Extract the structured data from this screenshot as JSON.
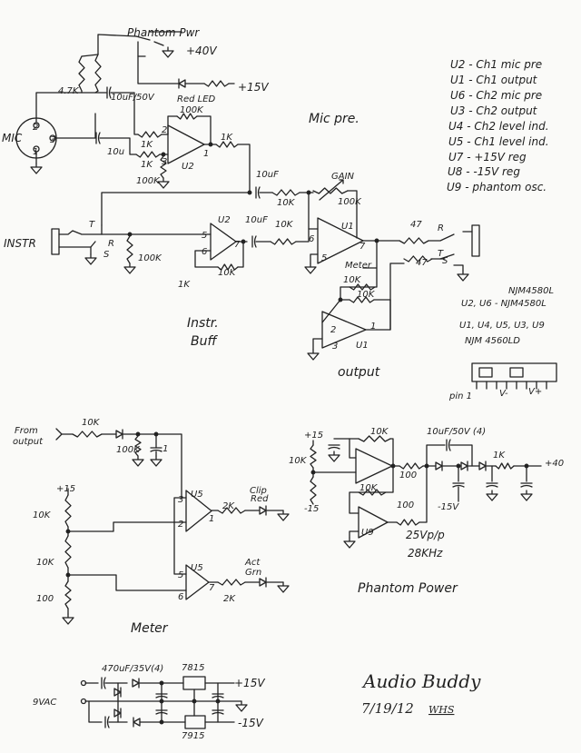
{
  "mic_pre": {
    "phantom_label": "Phantom Pwr",
    "plus40v": "+40V",
    "plus15v": "+15V",
    "red_led": "Red LED",
    "r_4k7": "4.7K",
    "cap_top": "10uF/50V",
    "cap_bottom": "10u",
    "mic": "MIC",
    "pin2": "2",
    "pin3": "3",
    "pin1": "1",
    "r_in_top": "1K",
    "r_in_bottom": "1K",
    "r_feedback": "100K",
    "r_bias": "100K",
    "r_out": "1K",
    "opamp": "U2",
    "op_pin_inv": "2",
    "op_pin_noninv": "3",
    "op_pin_out": "1",
    "title": "Mic pre."
  },
  "gain_stage": {
    "cap1": "10uF",
    "r1": "10K",
    "pot_label": "GAIN",
    "pot_value": "100K",
    "cap2": "10uF",
    "r2": "10K"
  },
  "instr_buff": {
    "input": "INSTR",
    "tip": "T",
    "ring": "R",
    "sleeve": "S",
    "r_pulldown": "100K",
    "opamp": "U2",
    "pin5": "5",
    "pin6": "6",
    "pin7": "7",
    "r_feedback": "10K",
    "r_ground": "1K",
    "title_line1": "Instr.",
    "title_line2": "Buff"
  },
  "output": {
    "opamp_a": "U1",
    "pin6": "6",
    "pin5": "5",
    "pin7": "7",
    "meter_tap": "Meter",
    "r_fb1": "10K",
    "r_fb2": "10K",
    "r_ring": "47",
    "ring": "R",
    "r_tip": "47",
    "tip": "T",
    "sleeve": "S",
    "opamp_b": "U1",
    "pin2": "2",
    "pin3": "3",
    "pin1": "1",
    "title": "output"
  },
  "ic_legend": [
    "U2 - Ch1 mic pre",
    "U1 - Ch1 output",
    "U6 - Ch2 mic pre",
    "U3 - Ch2 output",
    "U4 - Ch2 level ind.",
    "U5 - Ch1 level ind.",
    "U7 - +15V reg",
    "U8 - -15V reg",
    "U9 - phantom osc."
  ],
  "parts_note": {
    "correction": "NJM4580L",
    "line1": "U2, U6 - NJM4580L",
    "line2": "U1, U4, U5, U3, U9",
    "line3": "NJM 4560LD",
    "pin1": "pin 1",
    "vminus": "V-",
    "vplus": "V+"
  },
  "meter": {
    "from_line1": "From",
    "from_line2": "output",
    "r_in": "10K",
    "r_load": "100K",
    "cap": ".1",
    "supply": "+15",
    "r_div1": "10K",
    "r_div2": "10K",
    "r_div3": "100",
    "opamp_a": "U5",
    "a_pin3": "3",
    "a_pin2": "2",
    "a_pin1": "1",
    "r_clip": "2K",
    "clip_line1": "Clip",
    "clip_line2": "Red",
    "opamp_b": "U5",
    "b_pin5": "5",
    "b_pin6": "6",
    "b_pin7": "7",
    "r_act": "2K",
    "act_line1": "Act",
    "act_line2": "Grn",
    "title": "Meter"
  },
  "phantom_power": {
    "plus15": "+15",
    "minus15": "-15",
    "r_div": "10K",
    "r_fb1": "10K",
    "r_fb2": "10K",
    "r_out1": "100",
    "r_out2": "100",
    "opamp": "U9",
    "cap_note": "10uF/50V (4)",
    "minus15v": "-15V",
    "r_filter": "1K",
    "plus40": "+40",
    "amplitude": "25Vp/p",
    "frequency": "28KHz",
    "title": "Phantom Power"
  },
  "power_supply": {
    "cap_note": "470uF/35V(4)",
    "reg_pos": "7815",
    "reg_neg": "7915",
    "plus15v": "+15V",
    "minus15v": "-15V",
    "input": "9VAC"
  },
  "title_block": {
    "name": "Audio Buddy",
    "date": "7/19/12",
    "initials": "WHS"
  }
}
